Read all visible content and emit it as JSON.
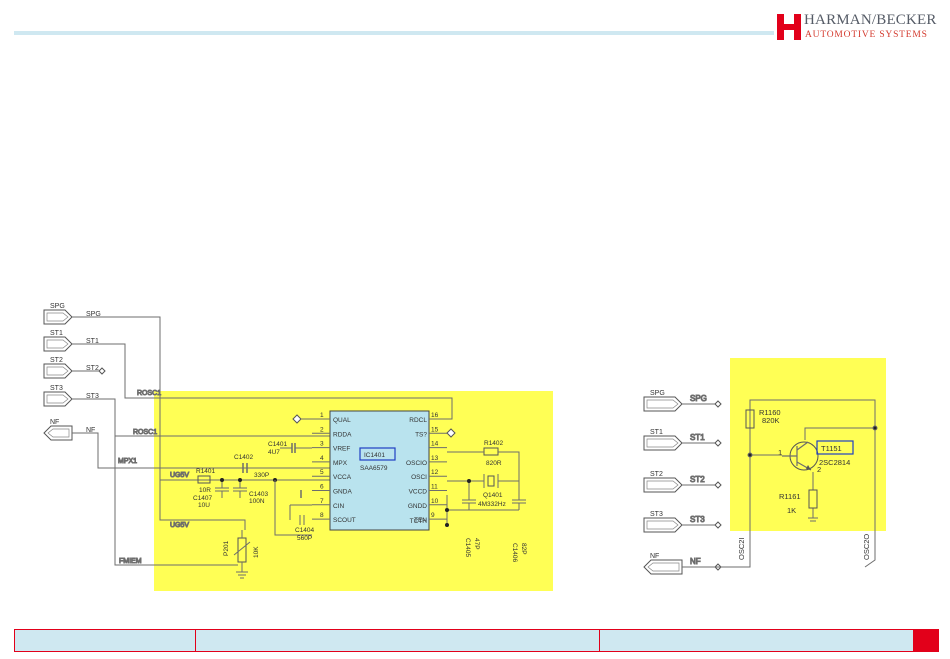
{
  "logo": {
    "brand": "HARMAN/BECKER",
    "subtitle": "AUTOMOTIVE SYSTEMS",
    "colors": {
      "mark": "#e2001a",
      "brand": "#555b66",
      "subtitle": "#d43b2f"
    }
  },
  "colors": {
    "highlight": "#ffff55",
    "ic_fill": "#b9e3ee",
    "wire": "#6d6d6d",
    "label_box": "#1f3fc4",
    "header_rule": "#cfe8f1",
    "footer_border": "#e2001a"
  },
  "left": {
    "connectors": [
      {
        "id": "SPG",
        "signal": "SPG"
      },
      {
        "id": "ST1",
        "signal": "ST1"
      },
      {
        "id": "ST2",
        "signal": "ST2"
      },
      {
        "id": "ST3",
        "signal": "ST3"
      },
      {
        "id": "NF",
        "signal": "NF"
      }
    ],
    "nets": {
      "rosc1": "ROSC1",
      "rosc1b": "ROSC1",
      "mpx": "MPX1",
      "ug5v_a": "UG5V",
      "ug5v_b": "UG5V",
      "fmiem": "FMIEM"
    },
    "ic": {
      "ref": "IC1401",
      "part": "SAA6579",
      "left_pins": [
        {
          "num": "1",
          "name": "QUAL"
        },
        {
          "num": "2",
          "name": "RDDA"
        },
        {
          "num": "3",
          "name": "VREF"
        },
        {
          "num": "4",
          "name": "MPX"
        },
        {
          "num": "5",
          "name": "VCCA"
        },
        {
          "num": "6",
          "name": "GNDA"
        },
        {
          "num": "7",
          "name": "CIN"
        },
        {
          "num": "8",
          "name": "SCOUT"
        }
      ],
      "right_pins": [
        {
          "num": "16",
          "name": "RDCL"
        },
        {
          "num": "15",
          "name": "TS?"
        },
        {
          "num": "14",
          "name": ""
        },
        {
          "num": "13",
          "name": "OSCIO"
        },
        {
          "num": "12",
          "name": "OSCI"
        },
        {
          "num": "11",
          "name": "VCCD"
        },
        {
          "num": "10",
          "name": "GNDD"
        },
        {
          "num": "9",
          "name": "TEN"
        }
      ],
      "extra_right": "TCTH"
    },
    "parts": {
      "c1401_ref": "C1401",
      "c1401_val": "4U7",
      "c1402_ref": "C1402",
      "c1402_val": "330P",
      "r1401_ref": "R1401",
      "r1401_val": "10R",
      "c1407_ref": "C1407",
      "c1407_val": "10U",
      "c1403_ref": "C1403",
      "c1403_val": "100N",
      "c1404_ref": "C1404",
      "c1404_val": "560P",
      "p201_ref": "P201",
      "p201_val": "10K",
      "r1402_ref": "R1402",
      "r1402_val": "820R",
      "q1401_ref": "Q1401",
      "q1401_val": "4M332Hz",
      "c1405_ref": "C1405",
      "c1405_val": "47P",
      "c1406_ref": "C1406",
      "c1406_val": "82P"
    }
  },
  "right": {
    "connectors": [
      {
        "id": "SPG",
        "signal": "SPG"
      },
      {
        "id": "ST1",
        "signal": "ST1"
      },
      {
        "id": "ST2",
        "signal": "ST2"
      },
      {
        "id": "ST3",
        "signal": "ST3"
      },
      {
        "id": "NF",
        "signal": "NF"
      }
    ],
    "parts": {
      "r1160_ref": "R1160",
      "r1160_val": "820K",
      "t1151_ref": "T1151",
      "t1151_val": "2SC2814",
      "r1161_ref": "R1161",
      "r1161_val": "1K",
      "pin1": "1",
      "pin2": "2"
    },
    "nets": {
      "osc2a": "OSC2I",
      "osc2b": "OSC2O"
    }
  },
  "footer": {
    "cells": [
      "",
      "",
      ""
    ]
  }
}
